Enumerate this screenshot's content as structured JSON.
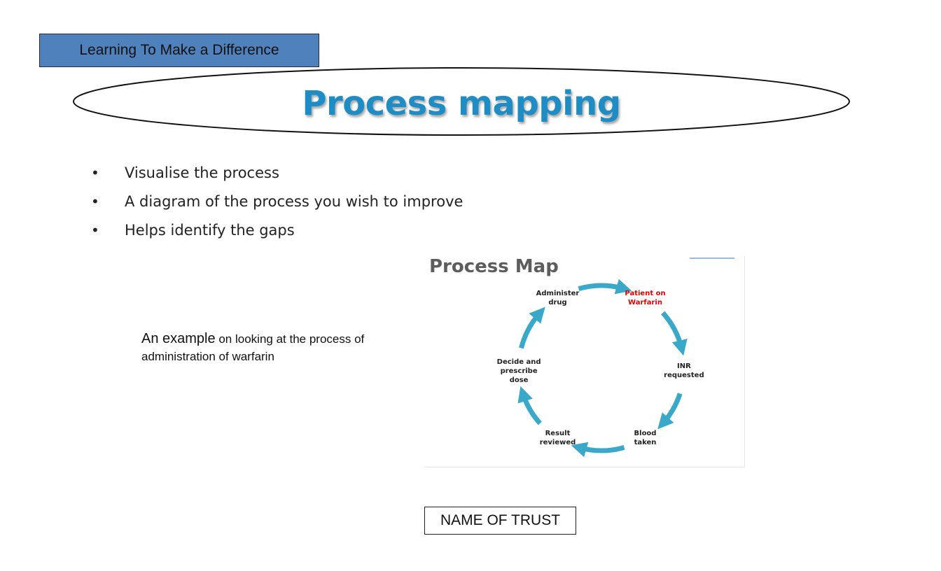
{
  "banner": {
    "label": "Learning To Make a Difference"
  },
  "title": "Process mapping",
  "bullets": [
    "Visualise the process",
    "A diagram of the process you wish to improve",
    "Helps identify the gaps"
  ],
  "caption": {
    "lead": "An example",
    "rest": " on looking at the process of administration of warfarin"
  },
  "process_map": {
    "heading": "Process Map",
    "steps": [
      {
        "lines": [
          "Patient on",
          "Warfarin"
        ],
        "highlight": true
      },
      {
        "lines": [
          "INR",
          "requested"
        ],
        "highlight": false
      },
      {
        "lines": [
          "Blood",
          "taken"
        ],
        "highlight": false
      },
      {
        "lines": [
          "Result",
          "reviewed"
        ],
        "highlight": false
      },
      {
        "lines": [
          "Decide and",
          "prescribe",
          "dose"
        ],
        "highlight": false
      },
      {
        "lines": [
          "Administer",
          "drug"
        ],
        "highlight": false
      }
    ],
    "arrow_color": "#3aa9c9",
    "highlight_color": "#e00000"
  },
  "footer": {
    "trust_label": "NAME OF TRUST"
  }
}
